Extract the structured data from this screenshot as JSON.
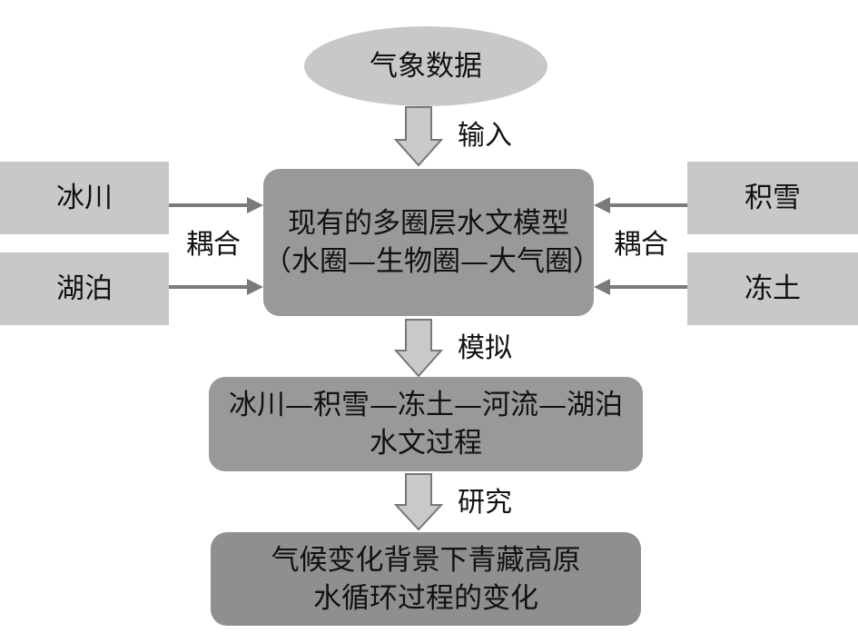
{
  "nodes": {
    "weather": "气象数据",
    "glacier": "冰川",
    "lake": "湖泊",
    "snow": "积雪",
    "permafrost": "冻土",
    "model": {
      "line1": "现有的多圈层水文模型",
      "line2": "（水圈—生物圈—大气圈）"
    },
    "process": {
      "line1": "冰川—积雪—冻土—河流—湖泊",
      "line2": "水文过程"
    },
    "result": {
      "line1": "气候变化背景下青藏高原",
      "line2": "水循环过程的变化"
    }
  },
  "edges": {
    "input": "输入",
    "coupling_left": "耦合",
    "coupling_right": "耦合",
    "simulate": "模拟",
    "study": "研究"
  },
  "colors": {
    "light_fill": "#c8c8c8",
    "model_fill": "#999999",
    "arrow_fill": "#c9c9c9",
    "arrow_stroke": "#777777",
    "line_arrow": "#7a7a7a"
  }
}
